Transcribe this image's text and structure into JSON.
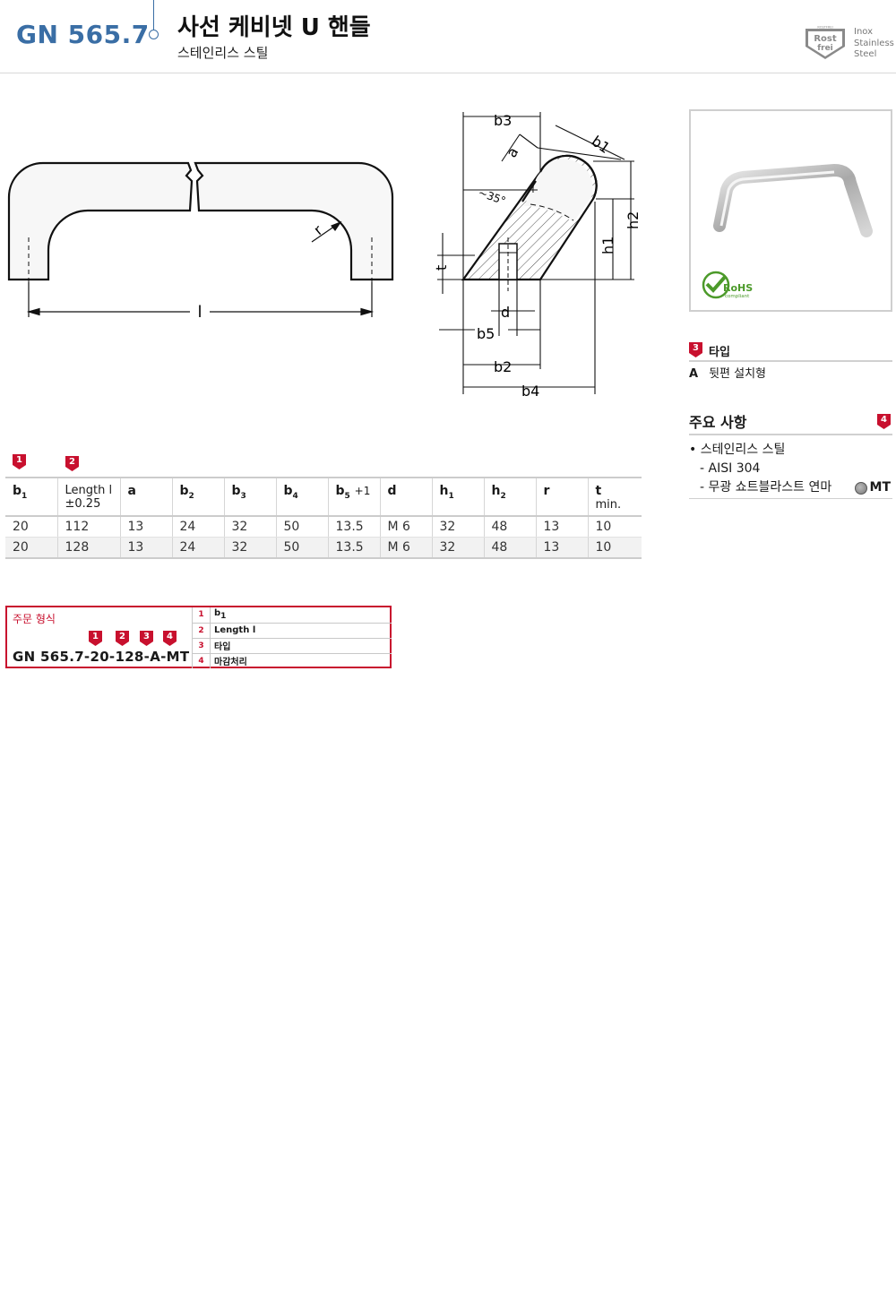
{
  "header": {
    "code": "GN 565.7",
    "title": "사선 케비넷 U 핸들",
    "subtitle": "스테인리스 스틸",
    "badge_top": "ROSTFREI",
    "badge_text1": "Rost",
    "badge_text2": "frei",
    "inox_lines": [
      "Inox",
      "Stainless",
      "Steel"
    ]
  },
  "drawing_labels": {
    "l": "l",
    "r": "r",
    "b3": "b3",
    "b1": "b1",
    "a": "a",
    "angle": "~35°",
    "h1": "h1",
    "h2": "h2",
    "t": "t",
    "d": "d",
    "b5": "b5",
    "b2": "b2",
    "b4": "b4"
  },
  "photo": {
    "rohs": "RoHS",
    "rohs_sub": "compliant"
  },
  "type_section": {
    "marker": "3",
    "title": "타입",
    "items": [
      {
        "code": "A",
        "label": "뒷편 설치형"
      }
    ]
  },
  "features": {
    "title": "주요 사항",
    "marker": "4",
    "bullet": "스테인리스 스틸",
    "sub1": "AISI 304",
    "sub2": "무광 쇼트블라스트 연마",
    "mt": "MT"
  },
  "table": {
    "markers": [
      "1",
      "2"
    ],
    "headers": {
      "b1": "b",
      "b1_sub": "1",
      "length": "Length l",
      "length_tol": "±0.25",
      "a": "a",
      "b2": "b",
      "b2_sub": "2",
      "b3": "b",
      "b3_sub": "3",
      "b4": "b",
      "b4_sub": "4",
      "b5": "b",
      "b5_sub": "5",
      "b5_tol": "+1",
      "d": "d",
      "h1": "h",
      "h1_sub": "1",
      "h2": "h",
      "h2_sub": "2",
      "r": "r",
      "t": "t",
      "t_min": "min."
    },
    "rows": [
      [
        "20",
        "112",
        "13",
        "24",
        "32",
        "50",
        "13.5",
        "M 6",
        "32",
        "48",
        "13",
        "10"
      ],
      [
        "20",
        "128",
        "13",
        "24",
        "32",
        "50",
        "13.5",
        "M 6",
        "32",
        "48",
        "13",
        "10"
      ]
    ]
  },
  "order": {
    "label": "주문 형식",
    "markers": [
      "1",
      "2",
      "3",
      "4"
    ],
    "code": "GN 565.7-20-128-A-MT",
    "legend": [
      {
        "n": "1",
        "v": "b",
        "v_sub": "1"
      },
      {
        "n": "2",
        "v": "Length l"
      },
      {
        "n": "3",
        "v": "타입"
      },
      {
        "n": "4",
        "v": "마감처리"
      }
    ]
  }
}
